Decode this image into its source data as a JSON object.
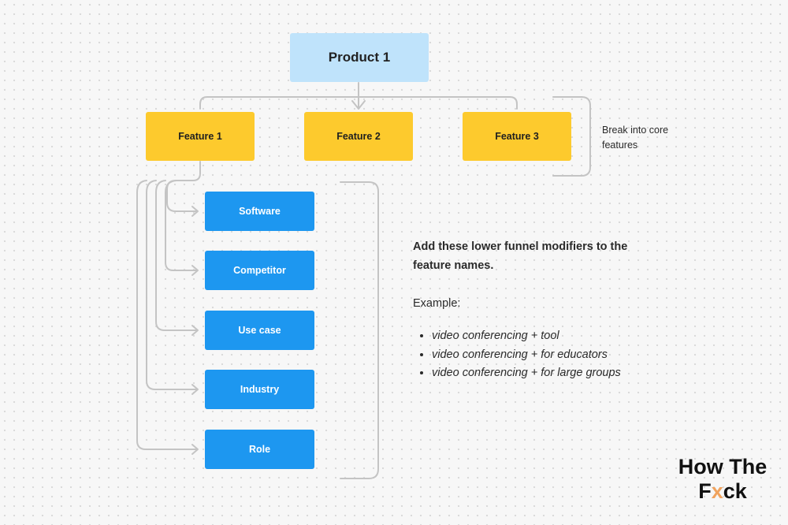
{
  "product": {
    "label": "Product 1"
  },
  "features": [
    {
      "label": "Feature 1"
    },
    {
      "label": "Feature 2"
    },
    {
      "label": "Feature 3"
    }
  ],
  "features_note": "Break into core features",
  "modifiers": [
    {
      "label": "Software"
    },
    {
      "label": "Competitor"
    },
    {
      "label": "Use case"
    },
    {
      "label": "Industry"
    },
    {
      "label": "Role"
    }
  ],
  "callout": {
    "heading": "Add these lower funnel modifiers to the feature names.",
    "example_label": "Example:",
    "examples": [
      "video conferencing + tool",
      "video conferencing + for educators",
      "video conferencing + for large groups"
    ]
  },
  "brand": {
    "line1": "How The",
    "line2_start": "F",
    "line2_accent": "x",
    "line2_end": "ck"
  },
  "colors": {
    "product": "#bfe3fb",
    "feature": "#fdca2d",
    "modifier": "#1d97f0",
    "connector": "#c4c4c4",
    "brand_accent": "#f0a35e"
  }
}
